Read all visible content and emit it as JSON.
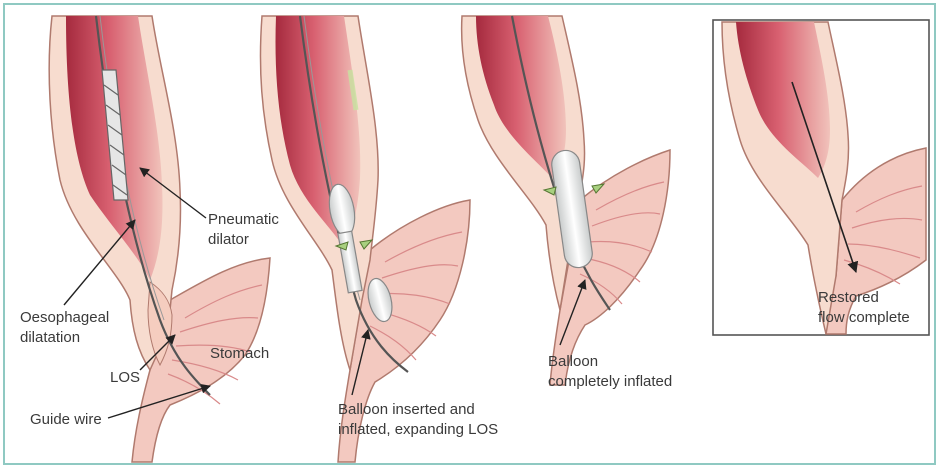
{
  "colors": {
    "border": "#8fc9c2",
    "tissue_light": "#f7dccf",
    "tissue_mid": "#efb6a8",
    "muscle": "#c8485a",
    "muscle_dark": "#a52a3e",
    "outline": "#b07a6e",
    "wire": "#555555",
    "balloon": "#eef0f0",
    "label_text": "#3a3a3a"
  },
  "panels": [
    {
      "name": "before-dilatation",
      "labels": {
        "pneumatic_dilator": "Pneumatic\ndilator",
        "oesophageal_dilatation": "Oesophageal\ndilatation",
        "los": "LOS",
        "stomach": "Stomach",
        "guide_wire": "Guide wire"
      }
    },
    {
      "name": "balloon-inserted",
      "labels": {
        "caption": "Balloon inserted and\ninflated, expanding LOS"
      }
    },
    {
      "name": "balloon-inflated",
      "labels": {
        "caption": "Balloon\ncompletely inflated"
      }
    },
    {
      "name": "restored-flow",
      "labels": {
        "caption": "Restored\nflow complete"
      }
    }
  ]
}
